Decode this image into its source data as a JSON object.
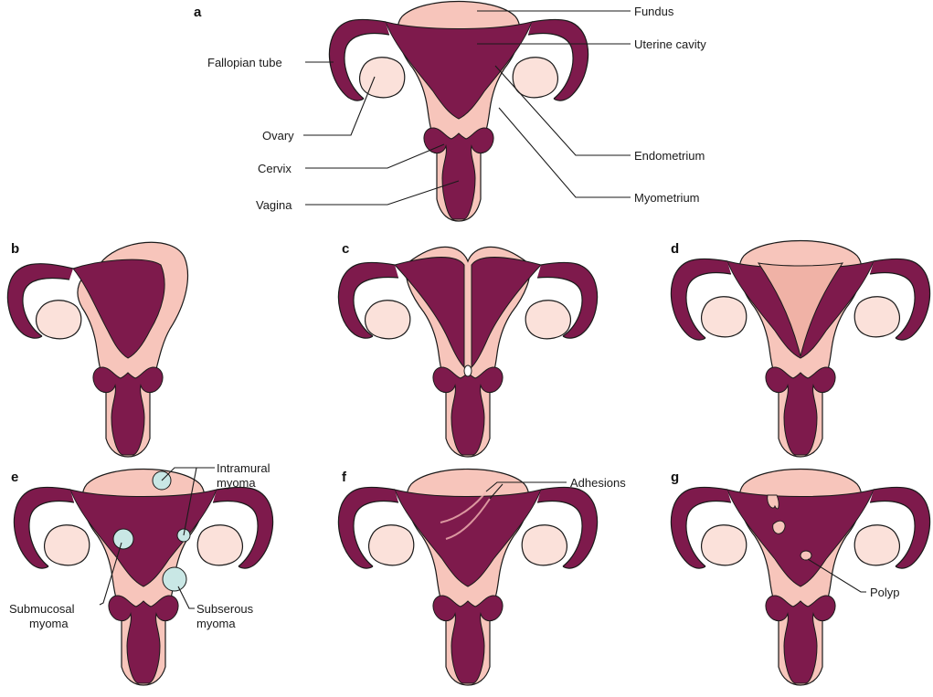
{
  "panels": {
    "a": {
      "letter": "a",
      "labels": {
        "fundus": "Fundus",
        "uterine_cavity": "Uterine cavity",
        "fallopian_tube": "Fallopian tube",
        "ovary": "Ovary",
        "cervix": "Cervix",
        "vagina": "Vagina",
        "endometrium": "Endometrium",
        "myometrium": "Myometrium"
      }
    },
    "b": {
      "letter": "b"
    },
    "c": {
      "letter": "c"
    },
    "d": {
      "letter": "d"
    },
    "e": {
      "letter": "e",
      "labels": {
        "intramural_1": "Intramural",
        "intramural_2": "myoma",
        "submucosal_1": "Submucosal",
        "submucosal_2": "myoma",
        "subserous_1": "Subserous",
        "subserous_2": "myoma"
      }
    },
    "f": {
      "letter": "f",
      "labels": {
        "adhesions": "Adhesions"
      }
    },
    "g": {
      "letter": "g",
      "labels": {
        "polyp": "Polyp"
      }
    }
  },
  "colors": {
    "myometrium": "#f7c5bb",
    "endometrium": "#7e1a4c",
    "ovary": "#fbe1da",
    "myoma": "#c9e7e5"
  }
}
